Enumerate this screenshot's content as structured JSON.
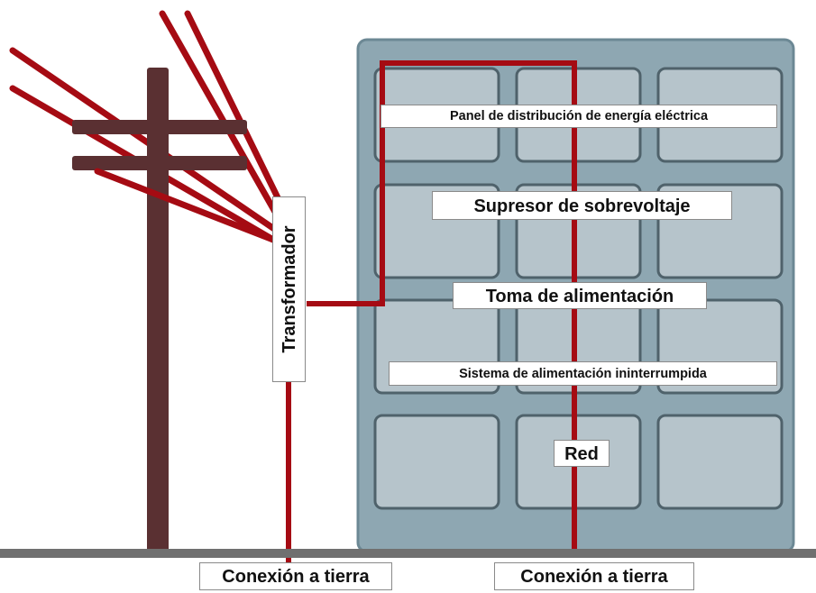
{
  "colors": {
    "building_fill": "#8ea7b2",
    "building_stroke": "#6c8894",
    "window_fill": "#b6c4cb",
    "window_stroke": "#4f626b",
    "pole": "#5a3032",
    "wire": "#a50b13",
    "ground": "#707070"
  },
  "icons": {
    "pole": "utility-pole-icon",
    "building": "building-icon"
  },
  "labels": {
    "panel": "Panel de distribución de energía eléctrica",
    "surge": "Supresor de sobrevoltaje",
    "outlet": "Toma de alimentación",
    "ups": "Sistema de alimentación ininterrumpida",
    "network": "Red",
    "transformer": "Transformador",
    "ground_left": "Conexión a tierra",
    "ground_right": "Conexión a tierra"
  }
}
